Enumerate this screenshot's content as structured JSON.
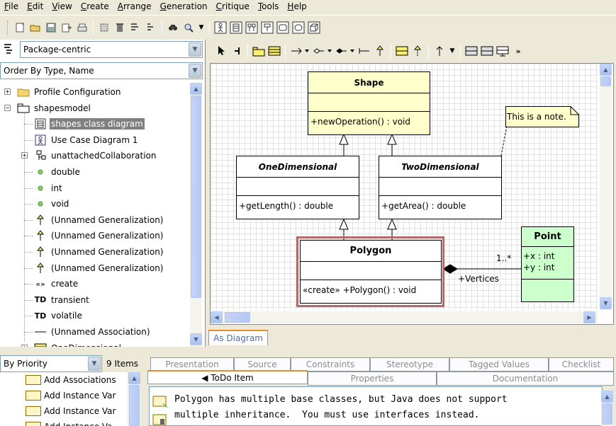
{
  "menu": [
    "File",
    "Edit",
    "View",
    "Create",
    "Arrange",
    "Generation",
    "Critique",
    "Tools",
    "Help"
  ],
  "nav": {
    "perspective": "Package-centric",
    "order": "Order By Type, Name",
    "tree": [
      {
        "label": "Profile Configuration",
        "icon": "folder-icon",
        "level": 0,
        "expander": "+"
      },
      {
        "label": "shapesmodel",
        "icon": "package-icon",
        "level": 0,
        "expander": "-"
      },
      {
        "label": "shapes class diagram",
        "icon": "class-diagram-icon",
        "level": 1,
        "selected": true
      },
      {
        "label": "Use Case Diagram 1",
        "icon": "use-case-diagram-icon",
        "level": 1
      },
      {
        "label": "unattachedCollaboration",
        "icon": "collaboration-icon",
        "level": 1,
        "expander": "+"
      },
      {
        "label": "double",
        "icon": "datatype-icon",
        "level": 1
      },
      {
        "label": "int",
        "icon": "datatype-icon",
        "level": 1
      },
      {
        "label": "void",
        "icon": "datatype-icon",
        "level": 1
      },
      {
        "label": "(Unnamed Generalization)",
        "icon": "generalization-icon",
        "level": 1
      },
      {
        "label": "(Unnamed Generalization)",
        "icon": "generalization-icon",
        "level": 1
      },
      {
        "label": "(Unnamed Generalization)",
        "icon": "generalization-icon",
        "level": 1
      },
      {
        "label": "(Unnamed Generalization)",
        "icon": "generalization-icon",
        "level": 1
      },
      {
        "label": "create",
        "icon": "stereotype-icon",
        "level": 1
      },
      {
        "label": "transient",
        "icon": "tagdef-icon",
        "level": 1
      },
      {
        "label": "volatile",
        "icon": "tagdef-icon",
        "level": 1
      },
      {
        "label": "(Unnamed Association)",
        "icon": "association-icon",
        "level": 1
      },
      {
        "label": "OneDimensional",
        "icon": "class-icon",
        "level": 1,
        "expander": "+"
      }
    ]
  },
  "todo": {
    "priority": "By Priority",
    "count": "9 Items",
    "items": [
      "Add Associations",
      "Add Instance Var",
      "Add Instance Var",
      "Add Instance Va"
    ]
  },
  "diagram": {
    "tab": "As Diagram",
    "classes": {
      "shape": {
        "name": "Shape",
        "op": "+newOperation() : void"
      },
      "one": {
        "name": "OneDimensional",
        "op": "+getLength() : double"
      },
      "two": {
        "name": "TwoDimensional",
        "op": "+getArea() : double"
      },
      "polygon": {
        "name": "Polygon",
        "op": "«create» +Polygon() : void"
      },
      "point": {
        "name": "Point",
        "attr1": "+x : int",
        "attr2": "+y : int"
      }
    },
    "note": "This is a note.",
    "assoc_multiplicity": "1..*",
    "assoc_role": "+Vertices"
  },
  "detail": {
    "tabs_top": [
      "Presentation",
      "Source",
      "Constraints",
      "Stereotype",
      "Tagged Values",
      "Checklist"
    ],
    "tabs_bottom": [
      "◀ ToDo Item",
      "Properties",
      "Documentation"
    ],
    "todo_line1": "Polygon has multiple base classes, but Java does not support",
    "todo_line2": "multiple inheritance.  You must use interfaces instead."
  }
}
